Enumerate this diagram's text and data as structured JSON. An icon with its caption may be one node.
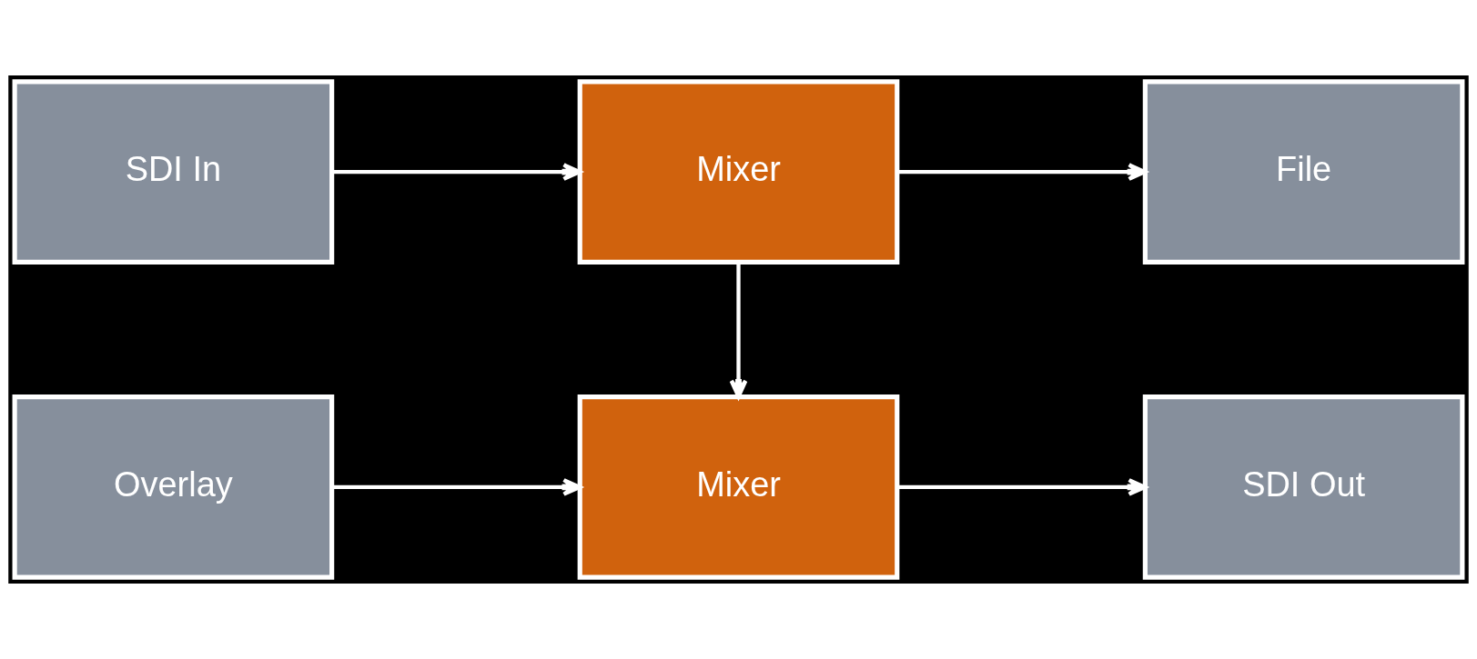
{
  "diagram": {
    "nodes": [
      {
        "text": [
          "SDI In"
        ]
      },
      {
        "text": [
          "Mixer"
        ]
      },
      {
        "text": [
          "File"
        ]
      },
      {
        "text": [
          "Overlay"
        ]
      },
      {
        "text": [
          "Mixer"
        ]
      },
      {
        "text": [
          "SDI Out"
        ]
      }
    ],
    "edges": [
      {
        "from": 0,
        "to": 1,
        "arrow": "to"
      },
      {
        "from": 1,
        "to": 2,
        "arrow": "to"
      },
      {
        "from": 1,
        "to": 4,
        "arrow": "to"
      },
      {
        "from": 3,
        "to": 4,
        "arrow": "to"
      },
      {
        "from": 4,
        "to": 5,
        "arrow": "to"
      }
    ]
  }
}
